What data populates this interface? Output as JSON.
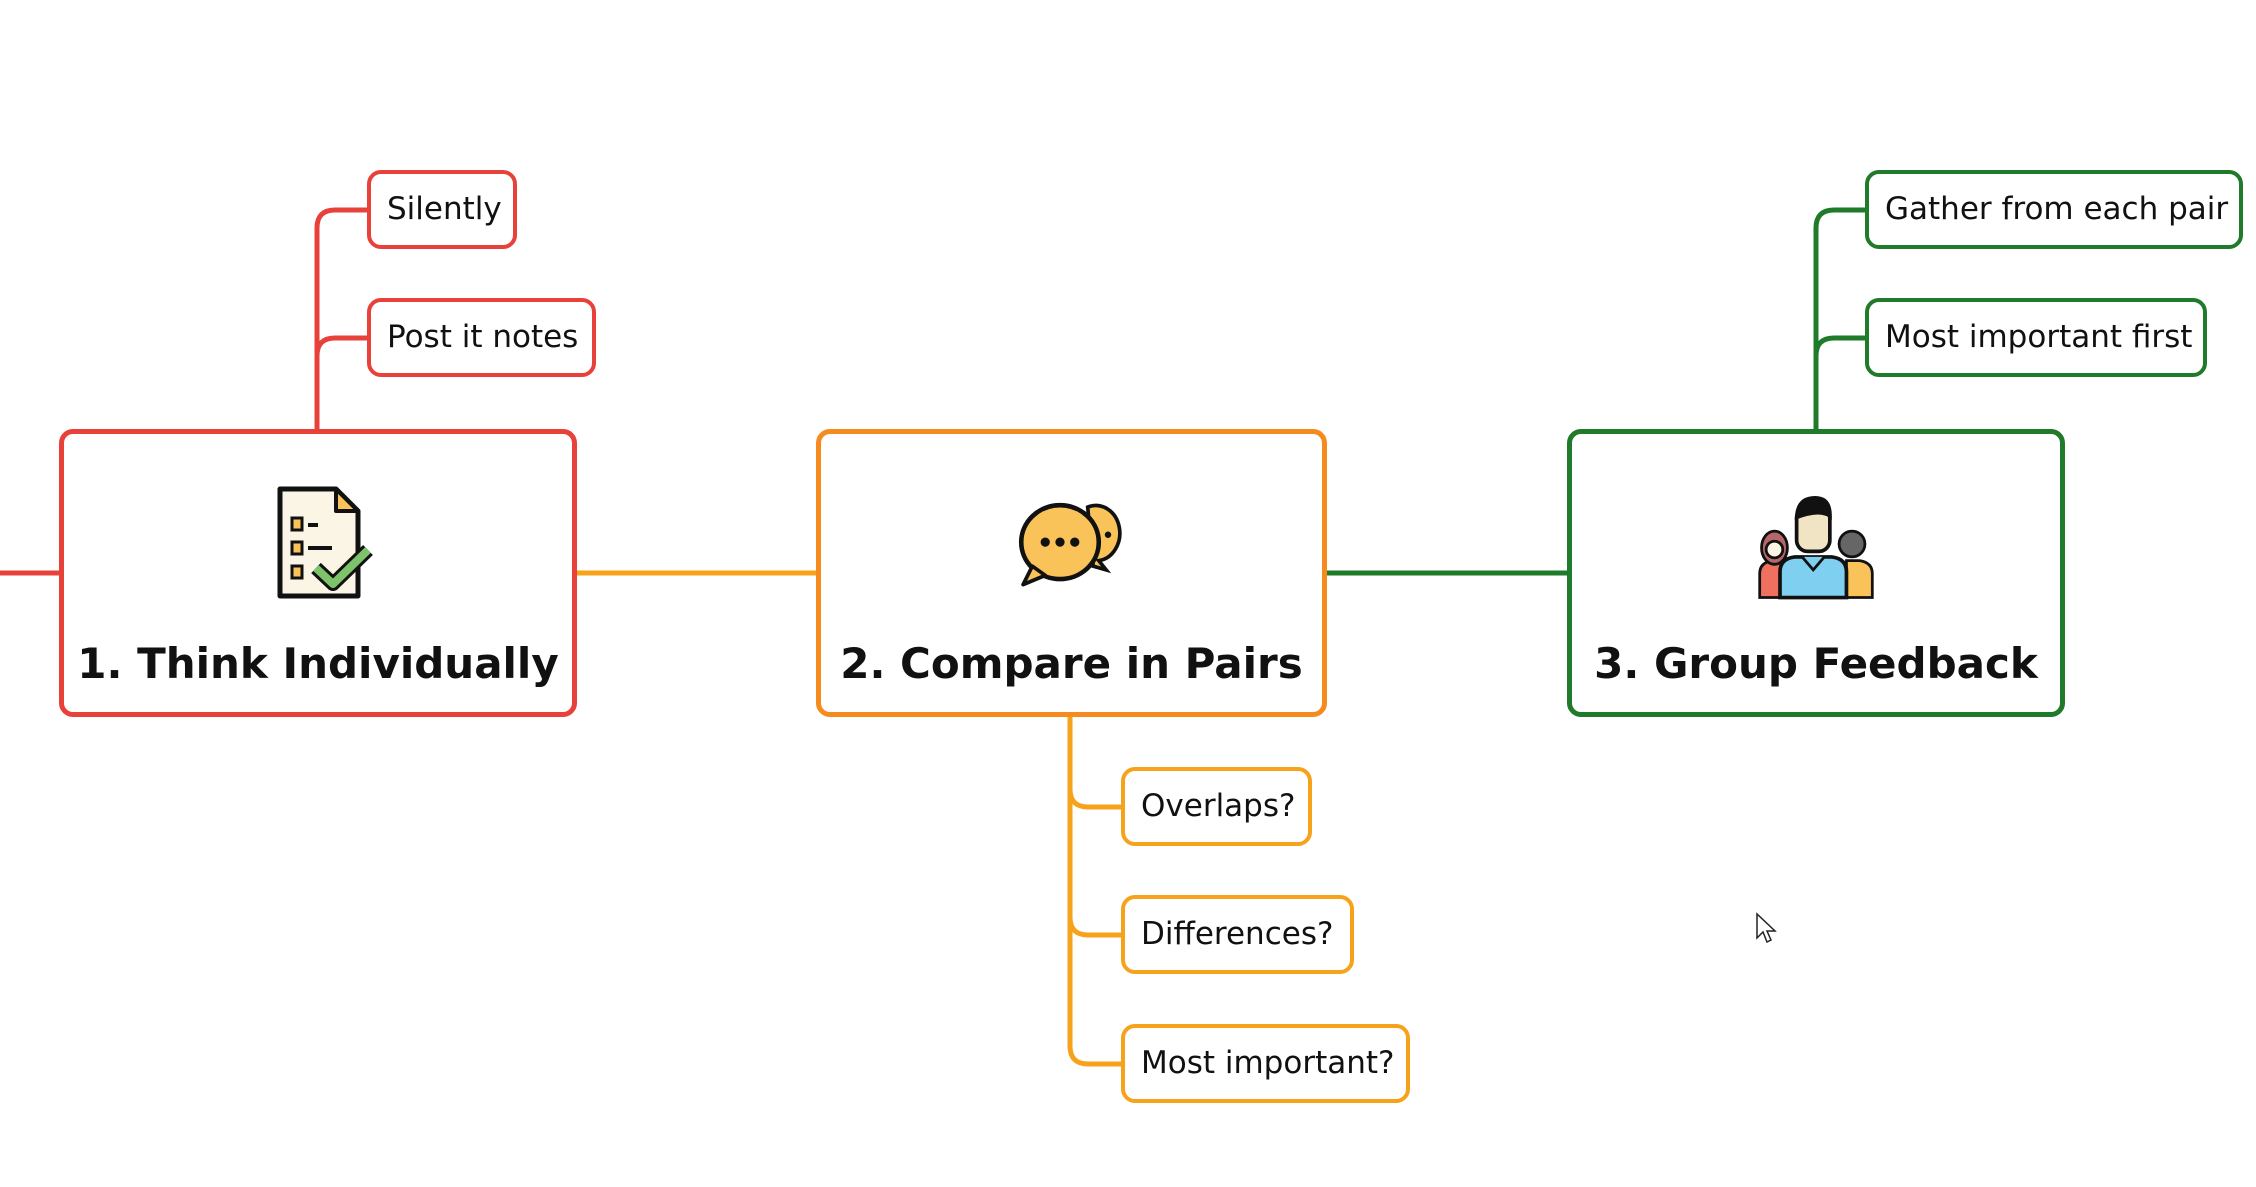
{
  "colors": {
    "red": "#e8413a",
    "orange": "#f58a1f",
    "yellow_orange": "#f7a21b",
    "green": "#1f7a2a"
  },
  "nodes": [
    {
      "title": "1. Think Individually",
      "icon": "checklist-icon",
      "children": [
        "Silently",
        "Post it notes"
      ]
    },
    {
      "title": "2. Compare in Pairs",
      "icon": "speech-bubbles-icon",
      "children": [
        "Overlaps?",
        "Differences?",
        "Most important?"
      ]
    },
    {
      "title": "3. Group Feedback",
      "icon": "group-people-icon",
      "children": [
        "Gather from each pair",
        "Most important first"
      ]
    }
  ]
}
